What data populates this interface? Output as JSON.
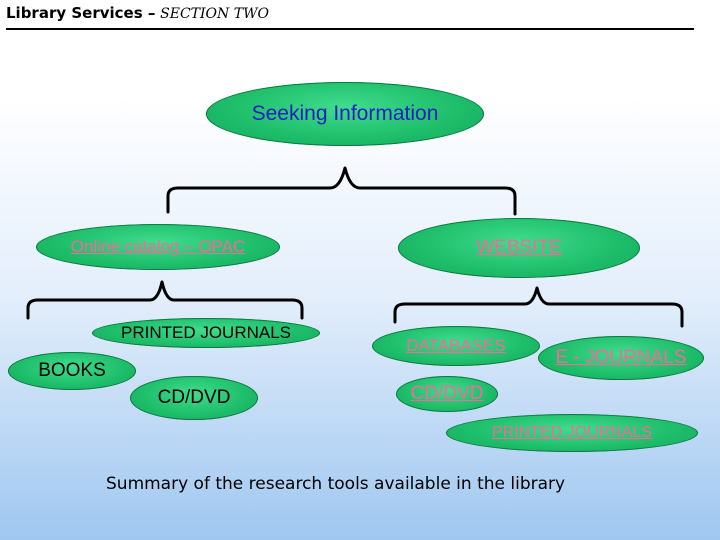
{
  "header": {
    "title_bold": "Library Services –",
    "title_italic": "SECTION TWO"
  },
  "diagram": {
    "root": "Seeking Information",
    "left_branch": {
      "label": "Online catalog – OPAC",
      "children": [
        "PRINTED JOURNALS",
        "BOOKS",
        "CD/DVD"
      ]
    },
    "right_branch": {
      "label": "WEBSITE",
      "children": [
        "DATABASES",
        "E - JOURNALS",
        "CD/DVD",
        "PRINTED JOURNALS"
      ]
    }
  },
  "caption": "Summary of the research tools available in the library",
  "colors": {
    "node_fill": "#1fbf6c",
    "root_text": "#1f1fbf",
    "link_text": "#f06a9a"
  }
}
